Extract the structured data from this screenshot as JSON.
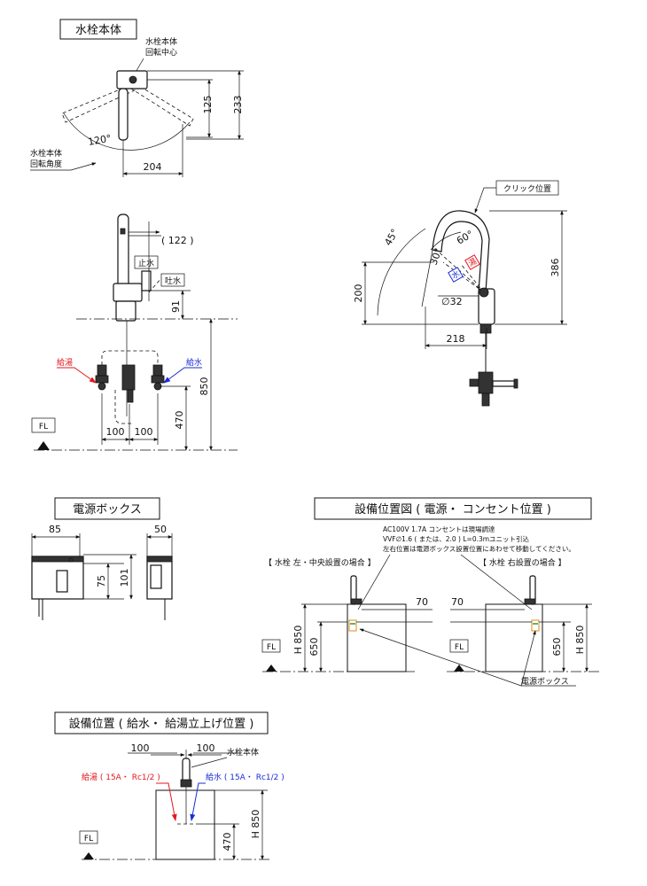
{
  "sections": {
    "main_body": "水栓本体",
    "power_box": "電源ボックス",
    "equip_pos": "設備位置図 ( 電源・ コンセント位置 )",
    "supply_pos": "設備位置 ( 給水・ 給湯立上げ位置 )"
  },
  "top_view": {
    "center_label_1": "水栓本体",
    "center_label_2": "回転中心",
    "angle_label_1": "水栓本体",
    "angle_label_2": "回転角度",
    "angle": "120°",
    "dim_125": "125",
    "dim_233": "233",
    "dim_204": "204"
  },
  "front_view": {
    "dim_122": "( 122 )",
    "stop_water": "止水",
    "spout_water": "吐水",
    "dim_91": "91",
    "dim_850": "850",
    "dim_470": "470",
    "hot_supply": "給湯",
    "cold_supply": "給水",
    "dim_100_left": "100",
    "dim_100_right": "100",
    "fl": "FL"
  },
  "side_view": {
    "click_pos": "クリック位置",
    "angle_45": "45°",
    "angle_30": "30°",
    "angle_60": "60°",
    "cold_mark": "水",
    "hot_mark": "湯",
    "dia_32": "∅32",
    "dim_200": "200",
    "dim_386": "386",
    "dim_218": "218"
  },
  "power_box_view": {
    "dim_85": "85",
    "dim_50": "50",
    "dim_75": "75",
    "dim_101": "101"
  },
  "equip_view": {
    "note_1": "AC100V 1.7A コンセントは現場調達",
    "note_2": "VVF∅1.6 ( または、2.0 ) L=0.3mユニット引込",
    "note_3": "左右位置は電源ボックス設置位置にあわせて移動してください。",
    "left_case": "【 水栓 左・中央設置の場合 】",
    "right_case": "【 水栓 右設置の場合 】",
    "dim_70_left": "70",
    "dim_70_right": "70",
    "dim_h850_left": "H 850",
    "dim_650_left": "650",
    "dim_650_right": "650",
    "dim_h850_right": "H 850",
    "fl_left": "FL",
    "fl_right": "FL",
    "power_box_label": "電源ボックス"
  },
  "supply_view": {
    "dim_100_left": "100",
    "dim_100_right": "100",
    "body_label": "水栓本体",
    "hot_label": "給湯 ( 15A・ Rc1/2 )",
    "cold_label": "給水 ( 15A・ Rc1/2 )",
    "dim_470": "470",
    "dim_h850": "H 850",
    "fl": "FL"
  },
  "colors": {
    "hot": "#e0191e",
    "cold": "#1a2bd6",
    "line": "#111111",
    "accent_orange": "#e08a1a",
    "accent_green": "#2a9a3a"
  }
}
